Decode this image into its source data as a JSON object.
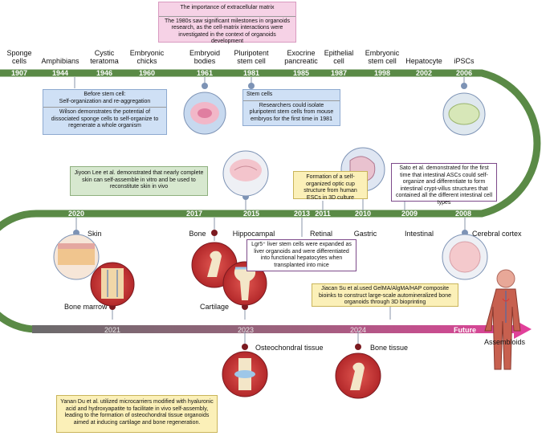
{
  "timeline": {
    "top_labels": [
      {
        "text": "Sponge\ncells",
        "year": "1907"
      },
      {
        "text": "Amphibians",
        "year": "1944"
      },
      {
        "text": "Cystic\nteratoma",
        "year": "1946"
      },
      {
        "text": "Embryonic\nchicks",
        "year": "1960"
      },
      {
        "text": "Embryoid\nbodies",
        "year": "1961"
      },
      {
        "text": "Pluripotent\nstem cell",
        "year": "1981"
      },
      {
        "text": "Exocrine\npancreatic",
        "year": "1985"
      },
      {
        "text": "Epithelial\ncell",
        "year": "1987"
      },
      {
        "text": "Embryonic\nstem cell",
        "year": "1998"
      },
      {
        "text": "Hepatocyte",
        "year": "2002"
      },
      {
        "text": "iPSCs",
        "year": "2006"
      }
    ],
    "middle_items": [
      {
        "text": "Skin",
        "year": "2020"
      },
      {
        "text": "Bone",
        "year": "2017"
      },
      {
        "text": "Hippocampal",
        "year": "2015"
      },
      {
        "text": "",
        "year": "2013"
      },
      {
        "text": "Retinal",
        "year": "2011"
      },
      {
        "text": "Gastric",
        "year": "2010"
      },
      {
        "text": "Intestinal",
        "year": "2009"
      },
      {
        "text": "Cerebral cortex",
        "year": "2008"
      }
    ],
    "bottom_items": [
      {
        "text": "Bone marrow",
        "year": "2021"
      },
      {
        "text": "Cartilage",
        "year": "2023"
      },
      {
        "text": "Osteochondral tissue",
        "year": ""
      },
      {
        "text": "Bone tissue",
        "year": "2024"
      },
      {
        "text": "",
        "year": "Future"
      },
      {
        "text": "Assembloids",
        "year": ""
      }
    ]
  },
  "boxes": {
    "ecm": {
      "title": "The importance of extracellular matrix",
      "body": "The 1980s saw significant milestones in organoids research, as the cell-matrix interactions were investigated in the context of organoids development"
    },
    "before_stem": {
      "title": "Before stem cell:\nSelf-organization and re-aggregation",
      "body": "Wilson demonstrates the potential of dissociated  sponge cells to self-organize to regenerate a whole organism"
    },
    "stem_cells": {
      "title": "Stem cells",
      "body": "Researchers could isolate pluripotent stem cells from mouse embryos for the first time in 1981"
    },
    "jiyoon": "Jiyoon Lee et al. demonstrated that nearly complete skin can self-assemble in vitro and be used to reconstitute skin in vivo",
    "optic": "Formation of a self-organized optic cup structure from human ESCs in 3D culture",
    "sato": "Sato et al. demonstrated for the first time that intestinal ASCs could self-organize and differentiate to form intestinal crypt-villus structures that contained all the different intestinal cell types",
    "lgr5": "Lgr5⁺ liver stem cells were expanded as liver organoids and were differentiated into functional hepatocytes when transplanted into mice",
    "jiacan": "Jiacan Su et al.used GelMA/AlgMA/HAP composite bioinks to construct large-scale automineralized bone organoids through 3D bioprinting",
    "yanan": "Yanan Du et al. utilized microcarriers modified with hyaluronic acid and hydroxyapatite to facilitate in vivo self-assembly, leading to the formation of osteochondral tissue organoids aimed at inducing cartilage and bone regeneration."
  },
  "colors": {
    "track": "#5a8a46",
    "future_arrow": "#e43f9b",
    "dot_blue": "#7d93b5",
    "dot_red": "#7b1a20"
  }
}
